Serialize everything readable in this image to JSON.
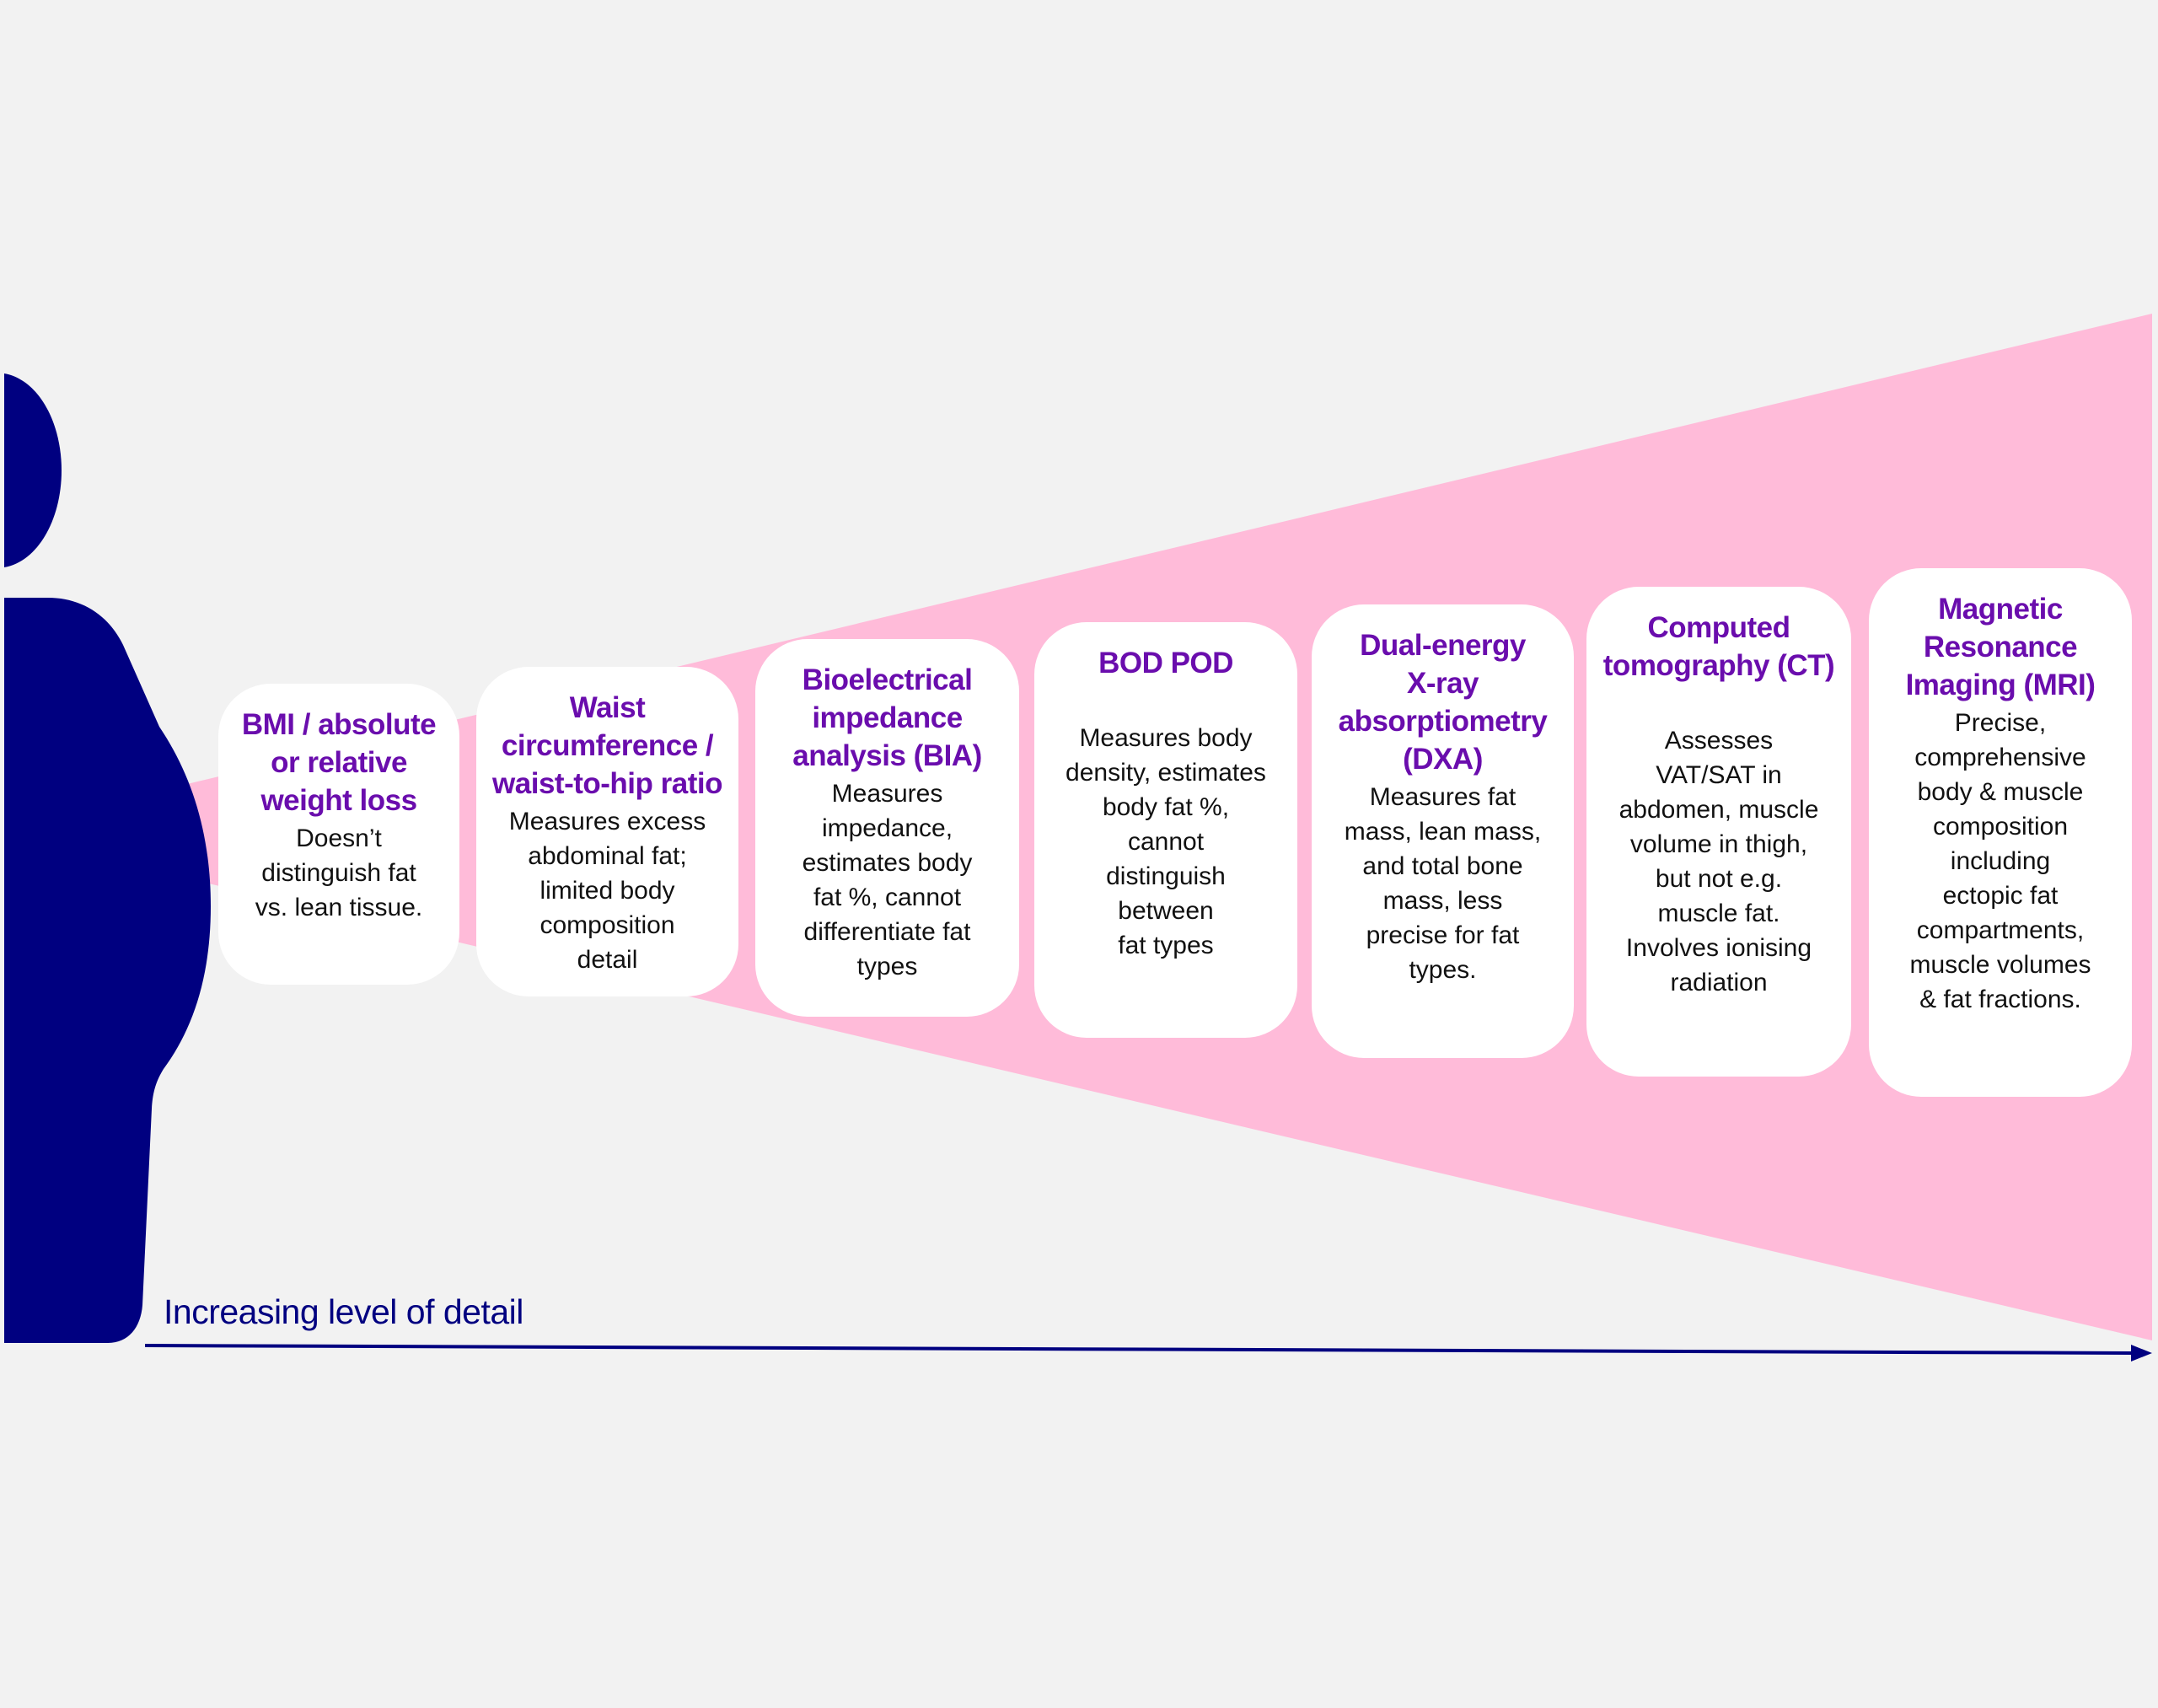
{
  "colors": {
    "background": "#f2f2f2",
    "silhouette": "#000080",
    "cone": "#ffbbd9",
    "title": "#6a0dad",
    "arrow": "#000080"
  },
  "axis_label": "Increasing level of detail",
  "methods": [
    {
      "title": "BMI / absolute\nor relative\nweight loss",
      "description": "Doesn’t\ndistinguish fat\nvs. lean tissue."
    },
    {
      "title": "Waist\ncircumference /\nwaist-to-hip ratio",
      "description": "Measures excess\nabdominal fat;\nlimited body\ncomposition\ndetail"
    },
    {
      "title": "Bioelectrical\nimpedance\nanalysis (BIA)",
      "description": "Measures\nimpedance,\nestimates body\nfat %, cannot\ndifferentiate fat\ntypes"
    },
    {
      "title": "BOD POD",
      "description": "Measures body\ndensity, estimates\nbody fat %,\ncannot\ndistinguish\nbetween\nfat types"
    },
    {
      "title": "Dual-energy\nX-ray\nabsorptiometry\n(DXA)",
      "description": "Measures fat\nmass, lean mass,\nand total bone\nmass, less\nprecise for fat\ntypes."
    },
    {
      "title": "Computed\ntomography (CT)",
      "description": "Assesses\nVAT/SAT in\nabdomen, muscle\nvolume in thigh,\nbut not e.g.\nmuscle fat.\nInvolves ionising\nradiation"
    },
    {
      "title": "Magnetic\nResonance\nImaging (MRI)",
      "description": "Precise,\ncomprehensive\nbody & muscle\ncomposition\nincluding\nectopic fat\ncompartments,\nmuscle volumes\n& fat fractions."
    }
  ]
}
